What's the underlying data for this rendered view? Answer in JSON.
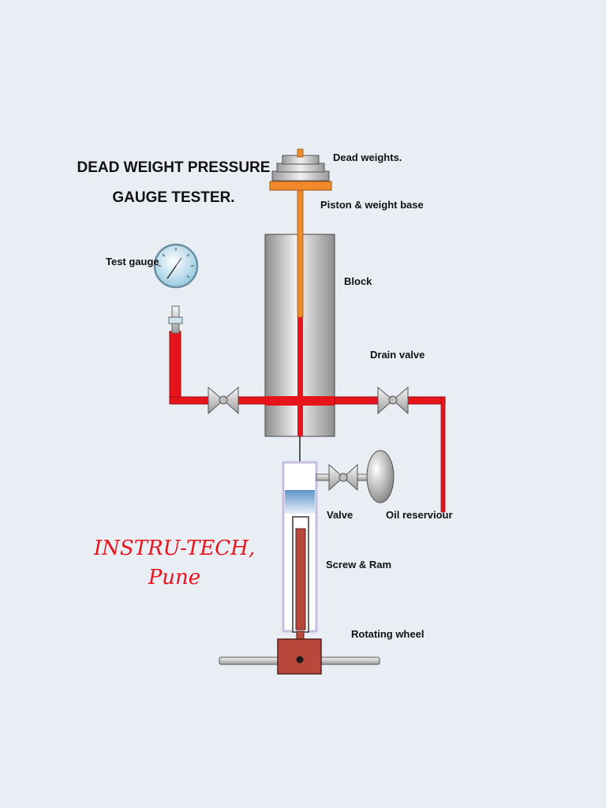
{
  "diagram": {
    "title_line1": "DEAD WEIGHT PRESSURE",
    "title_line2": "GAUGE TESTER.",
    "labels": {
      "dead_weights": "Dead weights.",
      "piston_base": "Piston & weight base",
      "test_gauge": "Test gauge",
      "block": "Block",
      "drain_valve": "Drain valve",
      "valve": "Valve",
      "oil_reservoir": "Oil reserviour",
      "screw_ram": "Screw & Ram",
      "rotating_wheel": "Rotating wheel"
    },
    "brand_line1": "INSTRU-TECH,",
    "brand_line2": "Pune",
    "colors": {
      "oil": "#e8141b",
      "piston_rod": "#f08a2a",
      "ram_block": "#b8473c",
      "background": "#e9eef5"
    }
  }
}
